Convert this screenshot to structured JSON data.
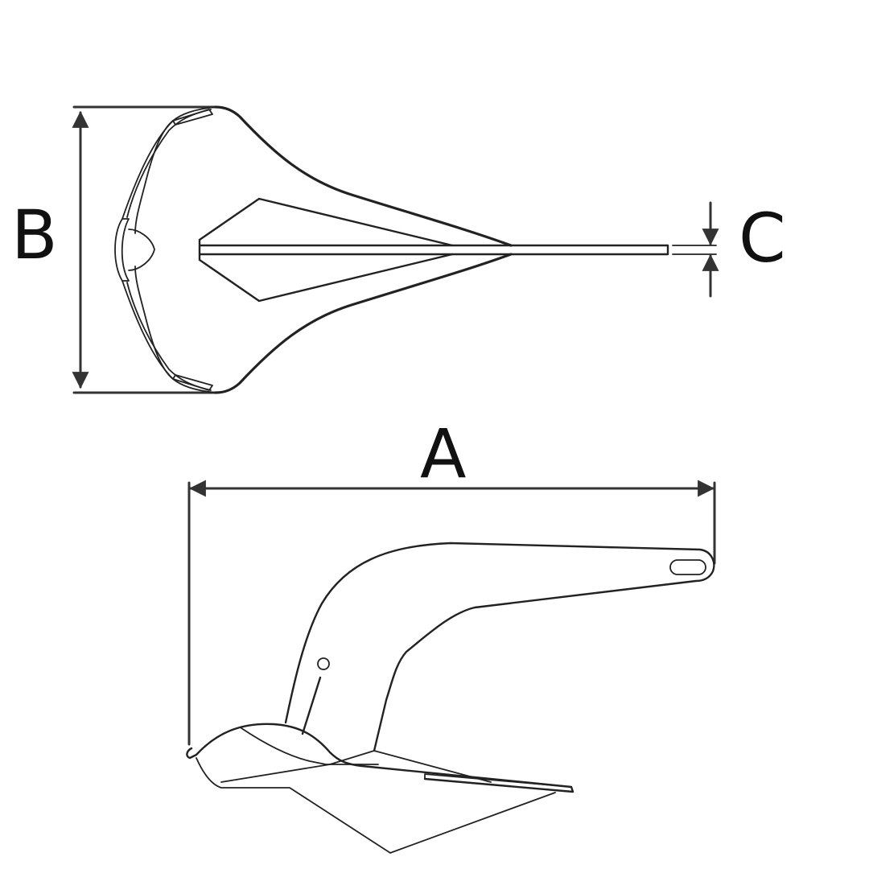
{
  "figure": {
    "title": "Anchor dimension drawing",
    "views": [
      {
        "name": "top-view",
        "description": "Plan view of anchor fluke and shank"
      },
      {
        "name": "side-view",
        "description": "Side elevation of anchor"
      }
    ]
  },
  "dimensions": {
    "A": {
      "label": "A",
      "meaning": "overall length",
      "orientation": "horizontal"
    },
    "B": {
      "label": "B",
      "meaning": "fluke width",
      "orientation": "vertical"
    },
    "C": {
      "label": "C",
      "meaning": "shank thickness",
      "orientation": "vertical"
    }
  },
  "colors": {
    "line": "#222222",
    "background": "#ffffff",
    "label": "#111111"
  }
}
